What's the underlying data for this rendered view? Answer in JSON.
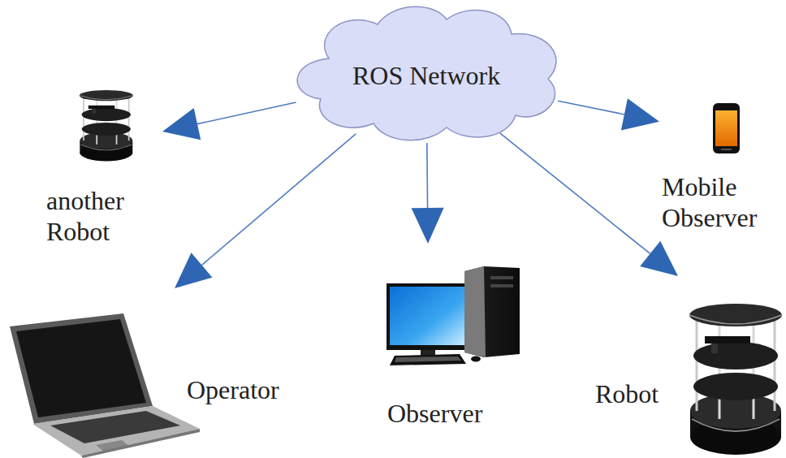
{
  "diagram": {
    "nodes": [
      {
        "text": [
          "ROS Network"
        ]
      },
      {
        "text": [
          "another Robot"
        ]
      },
      {
        "text": [
          "Mobile Observer"
        ]
      },
      {
        "text": [
          "Operator"
        ]
      },
      {
        "text": [
          "Observer"
        ]
      },
      {
        "text": [
          "Robot"
        ]
      }
    ],
    "edges": [
      {
        "from": 0,
        "to": 1,
        "arrow": "to"
      },
      {
        "from": 0,
        "to": 2,
        "arrow": "to"
      },
      {
        "from": 0,
        "to": 3,
        "arrow": "to"
      },
      {
        "from": 0,
        "to": 4,
        "arrow": "to"
      },
      {
        "from": 0,
        "to": 5,
        "arrow": "to"
      }
    ]
  }
}
